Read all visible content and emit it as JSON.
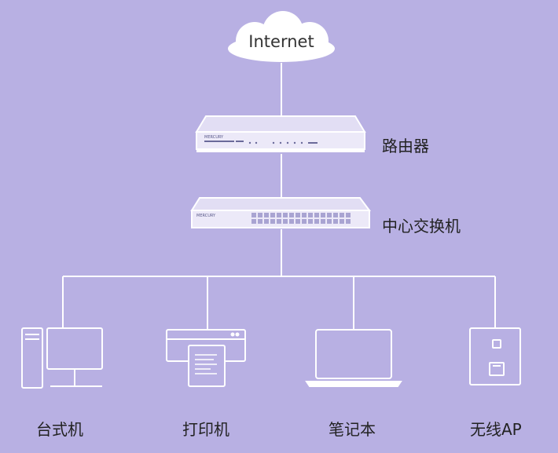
{
  "internet": {
    "label": "Internet"
  },
  "router": {
    "label": "路由器",
    "brand": "MERCURY"
  },
  "switch": {
    "label": "中心交换机",
    "brand": "MERCURY"
  },
  "devices": [
    {
      "label": "台式机",
      "icon": "desktop-computer-icon"
    },
    {
      "label": "打印机",
      "icon": "printer-icon"
    },
    {
      "label": "笔记本",
      "icon": "laptop-icon"
    },
    {
      "label": "无线AP",
      "icon": "wireless-ap-icon"
    }
  ],
  "colors": {
    "background": "#b8b0e3",
    "line": "#ffffff",
    "text": "#222222"
  }
}
